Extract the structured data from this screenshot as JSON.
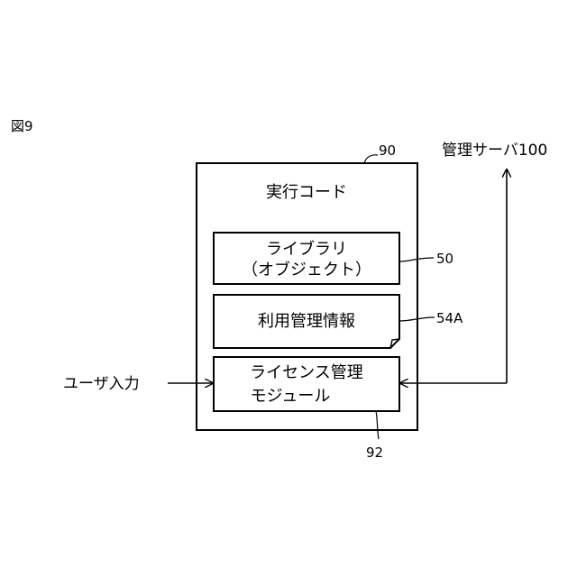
{
  "figure": {
    "label": "図9"
  },
  "executable_code": {
    "title": "実行コード",
    "ref": "90"
  },
  "library": {
    "line1": "ライブラリ",
    "line2": "（オブジェクト）",
    "ref": "50"
  },
  "usage_info": {
    "label": "利用管理情報",
    "ref": "54A"
  },
  "license_module": {
    "line1": "ライセンス管理",
    "line2": "モジュール",
    "ref": "92"
  },
  "user_input": {
    "label": "ユーザ入力"
  },
  "management_server": {
    "label": "管理サーバ100"
  }
}
